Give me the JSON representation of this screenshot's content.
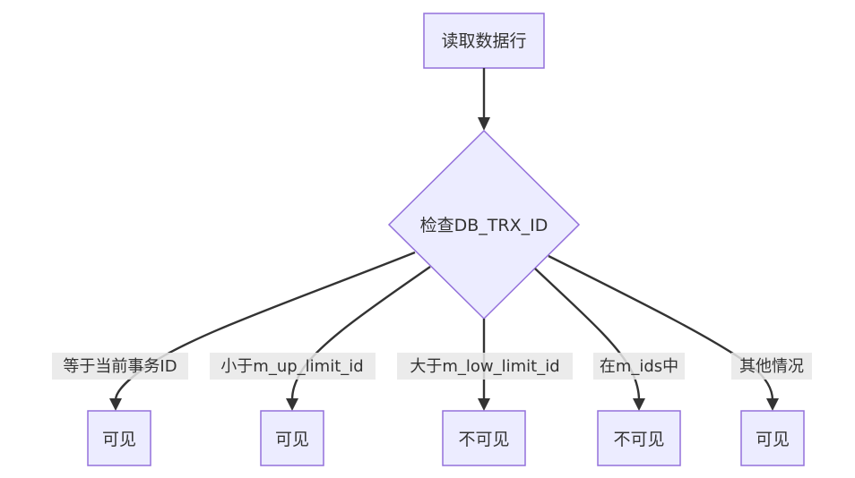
{
  "diagram": {
    "start": {
      "label": "读取数据行"
    },
    "decision": {
      "label": "检查DB_TRX_ID"
    },
    "branches": [
      {
        "edge_label": "等于当前事务ID",
        "result": "可见"
      },
      {
        "edge_label": "小于m_up_limit_id",
        "result": "可见"
      },
      {
        "edge_label": "大于m_low_limit_id",
        "result": "不可见"
      },
      {
        "edge_label": "在m_ids中",
        "result": "不可见"
      },
      {
        "edge_label": "其他情况",
        "result": "可见"
      }
    ]
  },
  "colors": {
    "node_fill": "#ECECFF",
    "node_stroke": "#9370DB",
    "edge": "#333333",
    "label_background": "#e8e8e8",
    "text": "#333333"
  }
}
